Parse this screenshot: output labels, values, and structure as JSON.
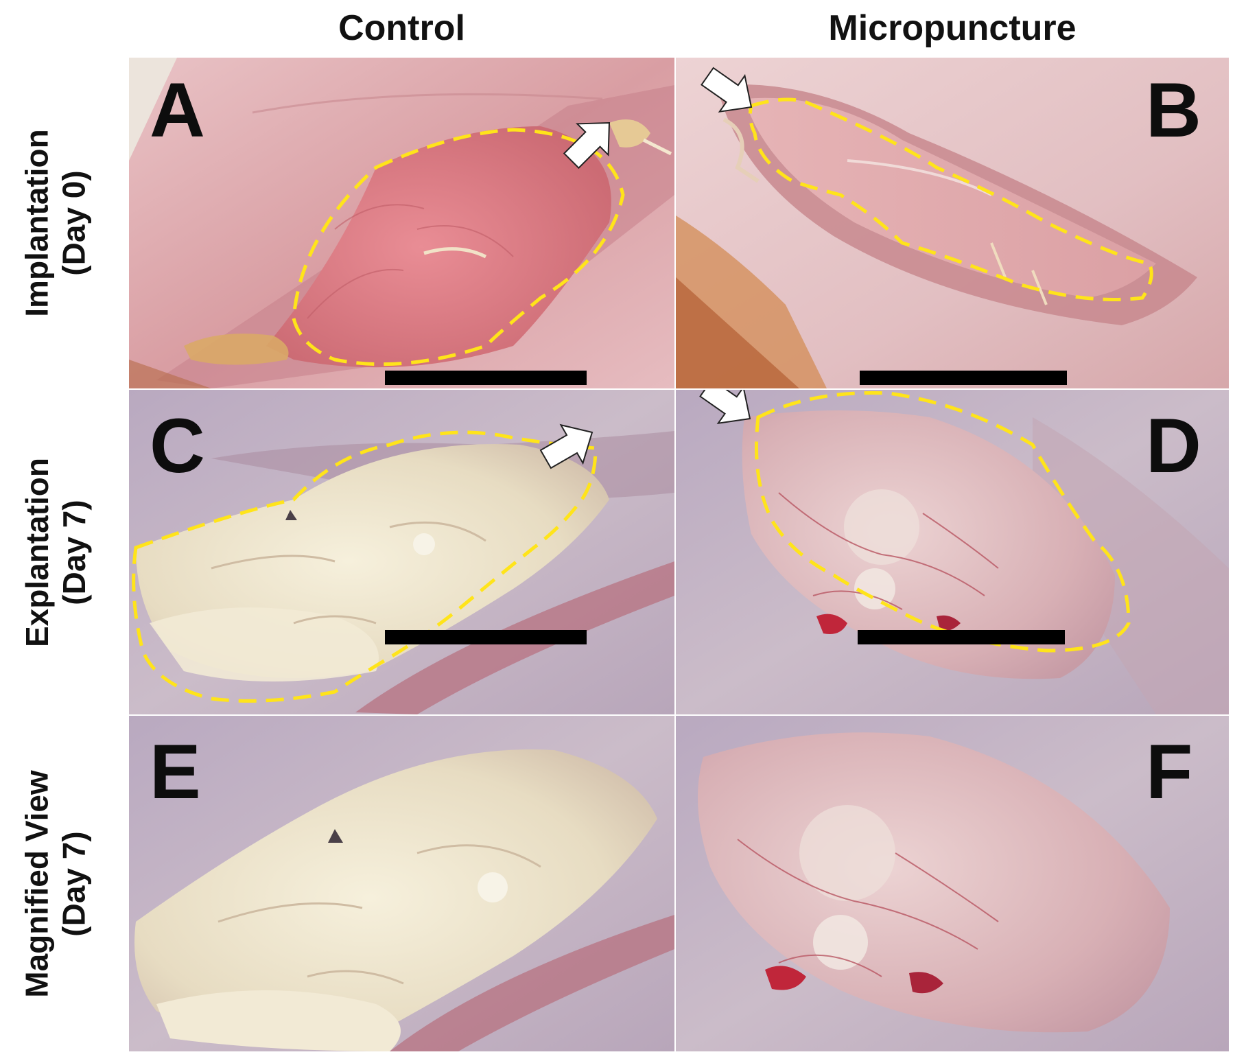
{
  "columns": {
    "left": "Control",
    "right": "Micropuncture"
  },
  "rows": [
    {
      "line1": "Implantation",
      "line2": "(Day 0)"
    },
    {
      "line1": "Explantation",
      "line2": "(Day 7)"
    },
    {
      "line1": "Magnified View",
      "line2": "(Day 7)"
    }
  ],
  "panels": {
    "a": {
      "letter": "A"
    },
    "b": {
      "letter": "B"
    },
    "c": {
      "letter": "C"
    },
    "d": {
      "letter": "D"
    },
    "e": {
      "letter": "E"
    },
    "f": {
      "letter": "F"
    }
  },
  "colors": {
    "outline": "#ffe41a",
    "arrow_fill": "#ffffff",
    "scale_bar": "#000000",
    "background": "#ffffff"
  },
  "icons": [
    "white-arrow-icon",
    "scale-bar"
  ]
}
